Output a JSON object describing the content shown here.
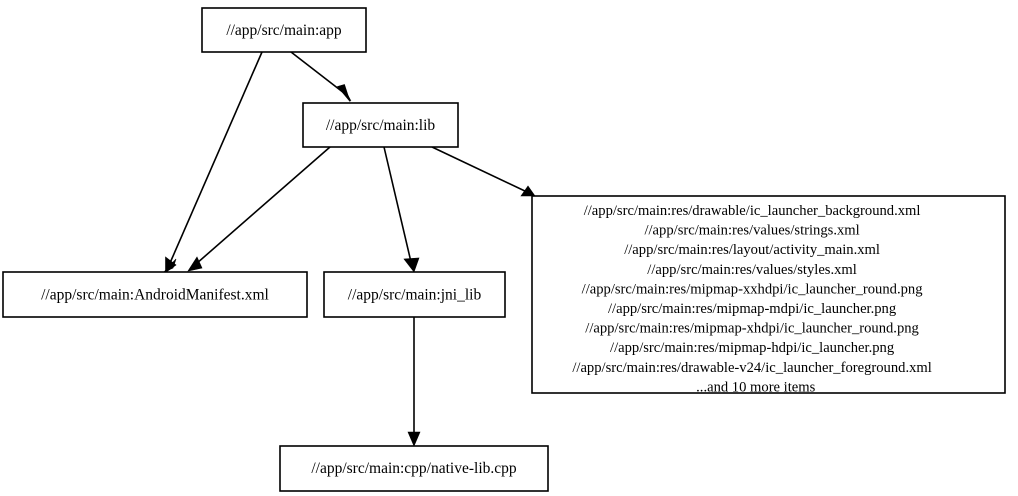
{
  "graph": {
    "title": "bazel-dependency-graph",
    "background_color": "#ffffff",
    "node_fill": "#ffffff",
    "node_stroke": "#000000",
    "edge_color": "#000000"
  },
  "nodes": {
    "app": {
      "label": "//app/src/main:app"
    },
    "lib": {
      "label": "//app/src/main:lib"
    },
    "manifest": {
      "label": "//app/src/main:AndroidManifest.xml"
    },
    "jni_lib": {
      "label": "//app/src/main:jni_lib"
    },
    "native_lib": {
      "label": "//app/src/main:cpp/native-lib.cpp"
    },
    "resources": {
      "lines": [
        "//app/src/main:res/drawable/ic_launcher_background.xml",
        "//app/src/main:res/values/strings.xml",
        "//app/src/main:res/layout/activity_main.xml",
        "//app/src/main:res/values/styles.xml",
        "//app/src/main:res/mipmap-xxhdpi/ic_launcher_round.png",
        "//app/src/main:res/mipmap-mdpi/ic_launcher.png",
        "//app/src/main:res/mipmap-xhdpi/ic_launcher_round.png",
        "//app/src/main:res/mipmap-hdpi/ic_launcher.png",
        "//app/src/main:res/drawable-v24/ic_launcher_foreground.xml",
        "...and 10 more items"
      ]
    }
  },
  "edges": [
    {
      "from": "app",
      "to": "lib"
    },
    {
      "from": "app",
      "to": "manifest"
    },
    {
      "from": "lib",
      "to": "manifest"
    },
    {
      "from": "lib",
      "to": "jni_lib"
    },
    {
      "from": "lib",
      "to": "resources"
    },
    {
      "from": "jni_lib",
      "to": "native_lib"
    }
  ]
}
